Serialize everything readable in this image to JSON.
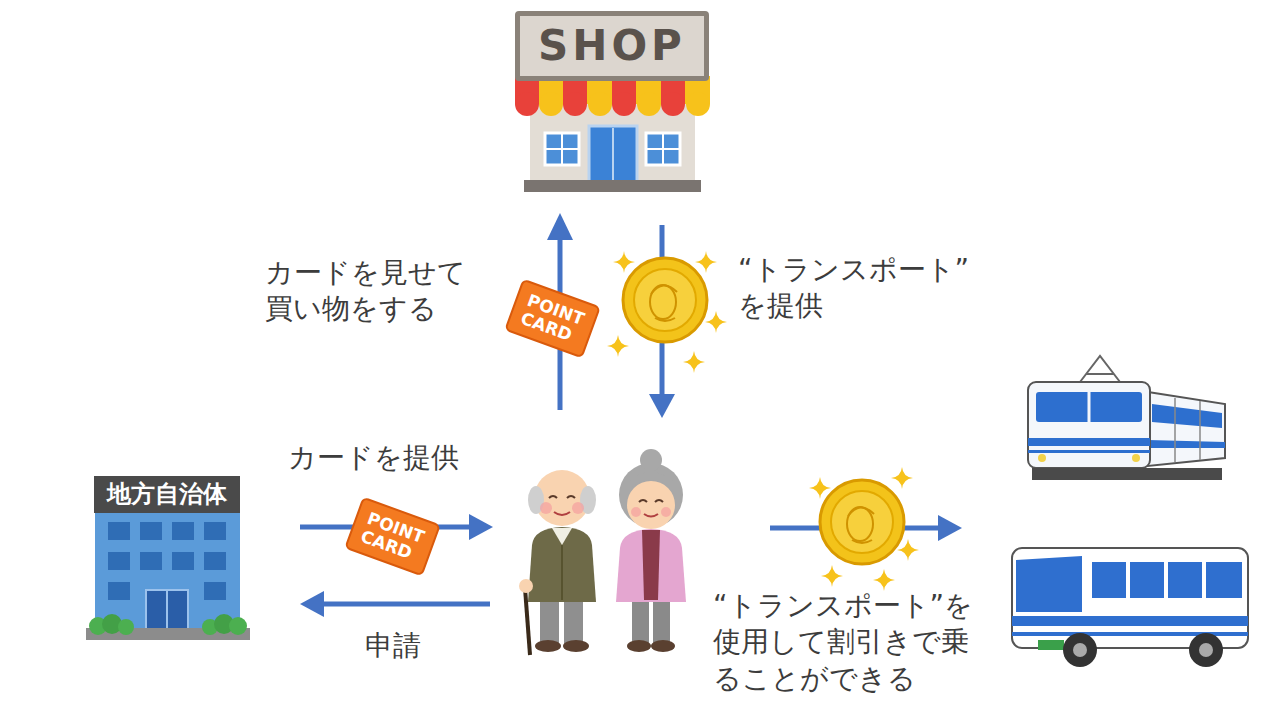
{
  "diagram": {
    "nodes": [
      {
        "text": [
          "SHOP"
        ]
      },
      {
        "text": [
          "POINT CARD"
        ]
      },
      {
        "text": [
          "地方自治体"
        ]
      },
      {
        "text": [
          "POINT CARD"
        ]
      }
    ],
    "labels": [
      "カードを見せて 買い物をする",
      "“トランスポート” を提供",
      "カードを提供",
      "申請",
      "“トランスポート”を 使用して割引きで乗 ることができる"
    ]
  }
}
